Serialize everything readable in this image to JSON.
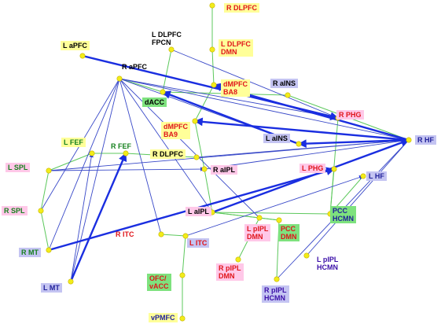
{
  "colors": {
    "edge_green": "#5cc85c",
    "edge_thin_blue": "#3848c8",
    "edge_thick_blue": "#1a2ee0",
    "node": "#f2ec1a",
    "yellow": "#ffff99",
    "pink": "#ffc8e8",
    "green": "#7ee27e",
    "blue": "#c4c4f2",
    "text_red": "#e0141a",
    "text_black": "#000000",
    "text_green": "#16801e",
    "text_blue": "#20209a",
    "text_purple": "#3a0ea8"
  },
  "nodes": [
    {
      "id": "R DLPFC",
      "lines": [
        "R DLPFC"
      ],
      "fill": "yellow",
      "text": "text_red"
    },
    {
      "id": "L DLPFC FPCN",
      "lines": [
        "L DLPFC",
        "FPCN"
      ],
      "fill": "none",
      "text": "text_black"
    },
    {
      "id": "L DLPFC DMN",
      "lines": [
        "L DLPFC",
        "DMN"
      ],
      "fill": "yellow",
      "text": "text_red"
    },
    {
      "id": "L aPFC",
      "lines": [
        "L aPFC"
      ],
      "fill": "yellow",
      "text": "text_black"
    },
    {
      "id": "R aPFC",
      "lines": [
        "R aPFC"
      ],
      "fill": "none",
      "text": "text_black"
    },
    {
      "id": "dMPFC BA8",
      "lines": [
        "dMPFC",
        "BA8"
      ],
      "fill": "yellow",
      "text": "text_red"
    },
    {
      "id": "R aINS",
      "lines": [
        "R aINS"
      ],
      "fill": "blue",
      "text": "text_black"
    },
    {
      "id": "dACC",
      "lines": [
        "dACC"
      ],
      "fill": "green",
      "text": "text_black"
    },
    {
      "id": "R PHG",
      "lines": [
        "R PHG"
      ],
      "fill": "pink",
      "text": "text_red"
    },
    {
      "id": "dMPFC BA9",
      "lines": [
        "dMPFC",
        "BA9"
      ],
      "fill": "yellow",
      "text": "text_red"
    },
    {
      "id": "L aINS",
      "lines": [
        "L aINS"
      ],
      "fill": "blue",
      "text": "text_black"
    },
    {
      "id": "R HF",
      "lines": [
        "R HF"
      ],
      "fill": "blue",
      "text": "text_blue"
    },
    {
      "id": "L FEF",
      "lines": [
        "L FEF"
      ],
      "fill": "yellow",
      "text": "text_green"
    },
    {
      "id": "R FEF",
      "lines": [
        "R FEF"
      ],
      "fill": "none",
      "text": "text_green"
    },
    {
      "id": "R DLPFC 2",
      "lines": [
        "R DLPFC"
      ],
      "fill": "yellow",
      "text": "text_black"
    },
    {
      "id": "L SPL",
      "lines": [
        "L SPL"
      ],
      "fill": "pink",
      "text": "text_green"
    },
    {
      "id": "R aIPL",
      "lines": [
        "R aIPL"
      ],
      "fill": "pink",
      "text": "text_black"
    },
    {
      "id": "L PHG",
      "lines": [
        "L PHG"
      ],
      "fill": "pink",
      "text": "text_red"
    },
    {
      "id": "L HF",
      "lines": [
        "L HF"
      ],
      "fill": "blue",
      "text": "text_blue"
    },
    {
      "id": "R SPL",
      "lines": [
        "R SPL"
      ],
      "fill": "pink",
      "text": "text_green"
    },
    {
      "id": "L aIPL",
      "lines": [
        "L aIPL"
      ],
      "fill": "pink",
      "text": "text_black"
    },
    {
      "id": "PCC HCMN",
      "lines": [
        "PCC",
        "HCMN"
      ],
      "fill": "green",
      "text": "text_blue"
    },
    {
      "id": "R ITC",
      "lines": [
        "R ITC"
      ],
      "fill": "none",
      "text": "text_red"
    },
    {
      "id": "L pIPL DMN",
      "lines": [
        "L pIPL",
        "DMN"
      ],
      "fill": "pink",
      "text": "text_red"
    },
    {
      "id": "PCC DMN",
      "lines": [
        "PCC",
        "DMN"
      ],
      "fill": "green",
      "text": "text_red"
    },
    {
      "id": "L ITC",
      "lines": [
        "L ITC"
      ],
      "fill": "blue",
      "text": "text_red"
    },
    {
      "id": "R MT",
      "lines": [
        "R MT"
      ],
      "fill": "blue",
      "text": "text_green"
    },
    {
      "id": "L pIPL HCMN",
      "lines": [
        "L pIPL",
        "HCMN"
      ],
      "fill": "none",
      "text": "text_purple"
    },
    {
      "id": "R pIPL DMN",
      "lines": [
        "R pIPL",
        "DMN"
      ],
      "fill": "pink",
      "text": "text_red"
    },
    {
      "id": "OFC vACC",
      "lines": [
        "OFC/",
        "vACC"
      ],
      "fill": "green",
      "text": "text_red"
    },
    {
      "id": "L MT",
      "lines": [
        "L MT"
      ],
      "fill": "blue",
      "text": "text_blue"
    },
    {
      "id": "R pIPL HCMN",
      "lines": [
        "R pIPL",
        "HCMN"
      ],
      "fill": "blue",
      "text": "text_purple"
    },
    {
      "id": "vPMFC",
      "lines": [
        "vPMFC"
      ],
      "fill": "yellow",
      "text": "text_blue"
    }
  ],
  "edges": [
    {
      "from": "R DLPFC",
      "to": "L DLPFC DMN",
      "style": "green"
    },
    {
      "from": "L DLPFC DMN",
      "to": "dMPFC BA8",
      "style": "green"
    },
    {
      "from": "dMPFC BA8",
      "to": "dMPFC BA9",
      "style": "green"
    },
    {
      "from": "dMPFC BA9",
      "to": "R aIPL",
      "style": "green"
    },
    {
      "from": "R aIPL",
      "to": "L aIPL",
      "style": "green"
    },
    {
      "from": "L aIPL",
      "to": "L pIPL DMN",
      "style": "green"
    },
    {
      "from": "L pIPL DMN",
      "to": "PCC DMN",
      "style": "green"
    },
    {
      "from": "PCC DMN",
      "to": "R pIPL HCMN",
      "style": "green"
    },
    {
      "from": "L pIPL DMN",
      "to": "R pIPL DMN",
      "style": "green"
    },
    {
      "from": "R aPFC",
      "to": "dACC",
      "style": "green"
    },
    {
      "from": "dACC",
      "to": "R aINS",
      "style": "green"
    },
    {
      "from": "L DLPFC FPCN",
      "to": "dACC",
      "style": "green"
    },
    {
      "from": "dACC",
      "to": "L aINS",
      "style": "green"
    },
    {
      "from": "L FEF",
      "to": "R FEF",
      "style": "green"
    },
    {
      "from": "R FEF",
      "to": "R DLPFC 2",
      "style": "green"
    },
    {
      "from": "L SPL",
      "to": "L FEF",
      "style": "green"
    },
    {
      "from": "L SPL",
      "to": "R SPL",
      "style": "green"
    },
    {
      "from": "R SPL",
      "to": "R MT",
      "style": "green"
    },
    {
      "from": "R ITC",
      "to": "L ITC",
      "style": "green"
    },
    {
      "from": "L ITC",
      "to": "OFC vACC",
      "style": "green"
    },
    {
      "from": "OFC vACC",
      "to": "vPMFC",
      "style": "green"
    },
    {
      "from": "L aIPL",
      "to": "PCC HCMN",
      "style": "green"
    },
    {
      "from": "PCC HCMN",
      "to": "L HF",
      "style": "green"
    },
    {
      "from": "R aINS",
      "to": "R HF",
      "style": "green"
    },
    {
      "from": "R PHG",
      "to": "PCC HCMN",
      "style": "green"
    },
    {
      "from": "L aIPL",
      "to": "PCC DMN",
      "style": "green"
    },
    {
      "from": "L PHG",
      "to": "PCC HCMN",
      "style": "green"
    },
    {
      "from": "L pIPL HCMN",
      "to": "R HF",
      "style": "thin"
    },
    {
      "from": "R pIPL HCMN",
      "to": "R HF",
      "style": "thin"
    },
    {
      "from": "L MT",
      "to": "R aPFC",
      "style": "thin"
    },
    {
      "from": "R SPL",
      "to": "R aPFC",
      "style": "thin"
    },
    {
      "from": "R ITC",
      "to": "R aPFC",
      "style": "thin"
    },
    {
      "from": "L aIPL",
      "to": "R aPFC",
      "style": "thin"
    },
    {
      "from": "L DLPFC FPCN",
      "to": "R PHG",
      "style": "thin"
    },
    {
      "from": "R aPFC",
      "to": "L aINS",
      "style": "thin"
    },
    {
      "from": "R MT",
      "to": "R aPFC",
      "style": "thin"
    },
    {
      "from": "R aPFC",
      "to": "R HF",
      "style": "thin"
    },
    {
      "from": "L SPL",
      "to": "R HF",
      "style": "thin"
    },
    {
      "from": "R DLPFC 2",
      "to": "R HF",
      "style": "thin"
    },
    {
      "from": "R aPFC",
      "to": "L pIPL DMN",
      "style": "thin"
    },
    {
      "from": "R aIPL",
      "to": "R HF",
      "style": "thin"
    },
    {
      "from": "L aPFC",
      "to": "R PHG",
      "style": "thick",
      "arrow": true
    },
    {
      "from": "R HF",
      "to": "dMPFC BA8",
      "style": "thick",
      "arrow": true
    },
    {
      "from": "L aINS",
      "to": "dACC",
      "style": "thick",
      "arrow": true
    },
    {
      "from": "R HF",
      "to": "L aINS",
      "style": "thick",
      "arrow": true
    },
    {
      "from": "R HF",
      "to": "dMPFC BA9",
      "style": "thick",
      "arrow": true
    },
    {
      "from": "L MT",
      "to": "R FEF",
      "style": "thick",
      "arrow": true
    },
    {
      "from": "R MT",
      "to": "L PHG",
      "style": "thick",
      "arrow": true
    },
    {
      "from": "L MT",
      "to": "L FEF",
      "style": "thin",
      "arrow": true
    },
    {
      "from": "R aPFC",
      "to": "R PHG",
      "style": "thin",
      "arrow": true
    },
    {
      "from": "L SPL",
      "to": "R aIPL",
      "style": "thin",
      "arrow": true
    },
    {
      "from": "L ITC",
      "to": "L HF",
      "style": "thin",
      "arrow": true
    },
    {
      "from": "L aIPL",
      "to": "R HF",
      "style": "thick",
      "arrow": true
    }
  ]
}
